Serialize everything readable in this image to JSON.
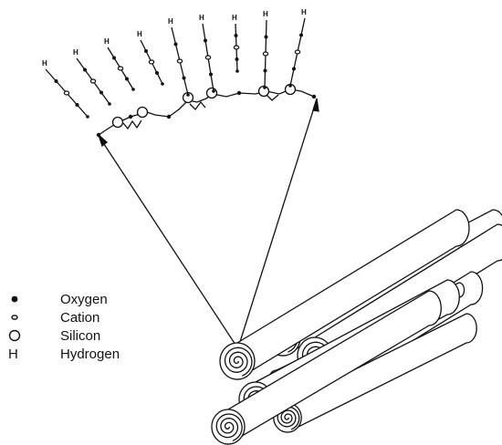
{
  "legend": [
    {
      "symbol": "oxygen",
      "label": "Oxygen"
    },
    {
      "symbol": "cation",
      "label": "Cation"
    },
    {
      "symbol": "silicon",
      "label": "Silicon"
    },
    {
      "symbol": "hydrogen",
      "label": "Hydrogen",
      "mark_text": "H"
    }
  ],
  "chain_end_label": "H",
  "colors": {
    "ink": "#111111",
    "background": "#ffffff"
  }
}
